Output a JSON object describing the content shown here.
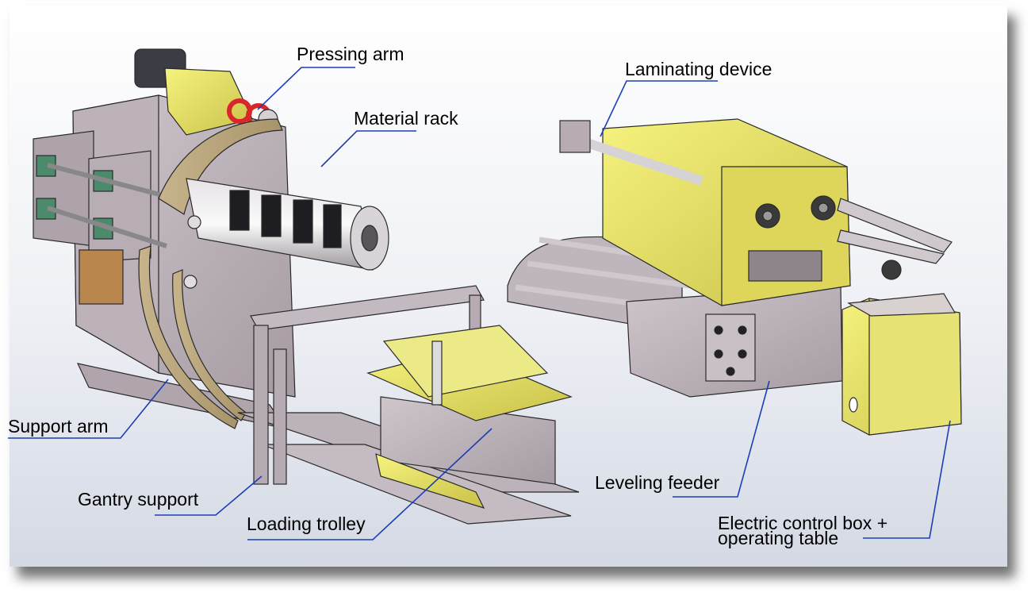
{
  "diagram": {
    "labels": {
      "pressing_arm": "Pressing arm",
      "material_rack": "Material rack",
      "laminating_device": "Laminating device",
      "support_arm": "Support arm",
      "gantry_support": "Gantry support",
      "loading_trolley": "Loading trolley",
      "leveling_feeder": "Leveling feeder",
      "control_box_line1": "Electric control box +",
      "control_box_line2": "operating table"
    },
    "colors": {
      "leader_line": "#1a3fb5",
      "machine_body": "#b9aeb6",
      "accent_yellow": "#e8e36a",
      "motor_dark": "#3c3c44",
      "guard_red": "#d8262a"
    }
  }
}
